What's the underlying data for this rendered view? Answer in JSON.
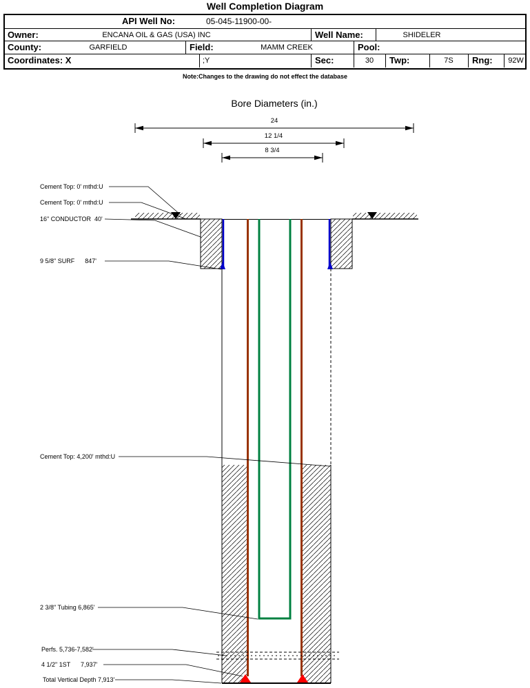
{
  "title": "Well Completion Diagram",
  "header": {
    "api_label": "API Well No:",
    "api_value": "05-045-11900-00-",
    "owner_label": "Owner:",
    "owner_value": "ENCANA OIL & GAS (USA) INC",
    "well_name_label": "Well Name:",
    "well_name_value": "SHIDELER",
    "county_label": "County:",
    "county_value": "GARFIELD",
    "field_label": "Field:",
    "field_value": "MAMM CREEK",
    "pool_label": "Pool:",
    "coordinates_label": "Coordinates: X",
    "coordinates_y_label": ";Y",
    "sec_label": "Sec:",
    "sec_value": "30",
    "twp_label": "Twp:",
    "twp_value": "7S",
    "rng_label": "Rng:",
    "rng_value": "92W",
    "note": "Note:Changes to the drawing do not effect the database"
  },
  "bore_diameters": {
    "title": "Bore Diameters (in.)",
    "dims": [
      "24",
      "12 1/4",
      "8 3/4"
    ]
  },
  "labels": {
    "cement_top_1": "Cement Top: 0' mthd:U",
    "cement_top_2": "Cement Top: 0' mthd:U",
    "conductor": "16\" CONDUCTOR  40'",
    "surf": "9 5/8\" SURF      847'",
    "cement_top_3": "Cement Top: 4,200' mthd:U",
    "tubing": "2 3/8\" Tubing 6,865'",
    "perfs": "Perfs. 5,736-7,582'",
    "first_casing": "4 1/2\" 1ST      7,937'",
    "tvd": "Total Vertical Depth 7,913'"
  },
  "colors": {
    "casing-brown": "#993300",
    "tubing-green": "#008040",
    "conductor-blue": "#0000cc",
    "shoe-red": "#ff0000"
  }
}
